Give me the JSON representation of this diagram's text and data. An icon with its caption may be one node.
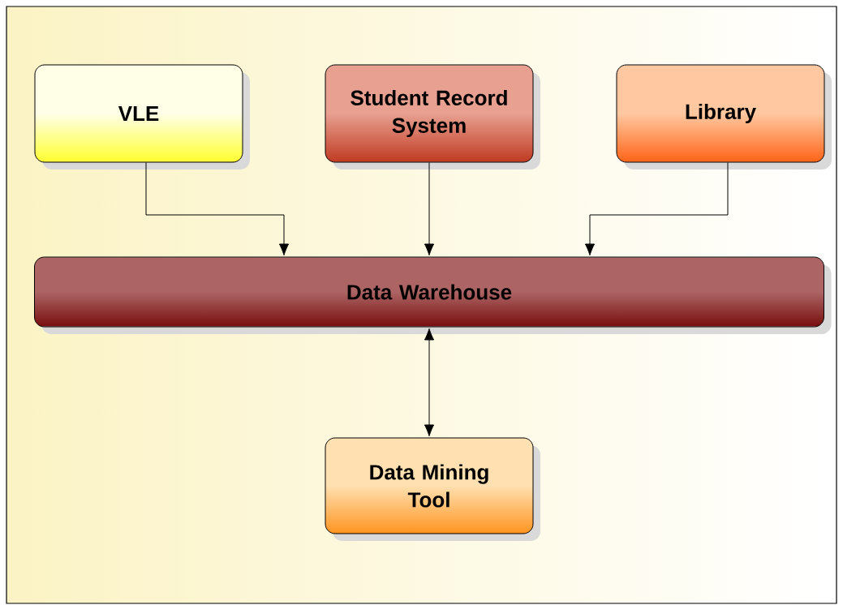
{
  "diagram": {
    "nodes": [
      {
        "text": [
          "VLE"
        ]
      },
      {
        "text": [
          "Student Record System"
        ]
      },
      {
        "text": [
          "Library"
        ]
      },
      {
        "text": [
          "Data Warehouse"
        ]
      },
      {
        "text": [
          "Data Mining Tool"
        ]
      }
    ],
    "edges": [
      {
        "from": 0,
        "to": 3,
        "arrow": "to"
      },
      {
        "from": 1,
        "to": 3,
        "arrow": "to"
      },
      {
        "from": 2,
        "to": 3,
        "arrow": "to"
      },
      {
        "from": 3,
        "to": 4,
        "arrow": "both"
      }
    ]
  }
}
